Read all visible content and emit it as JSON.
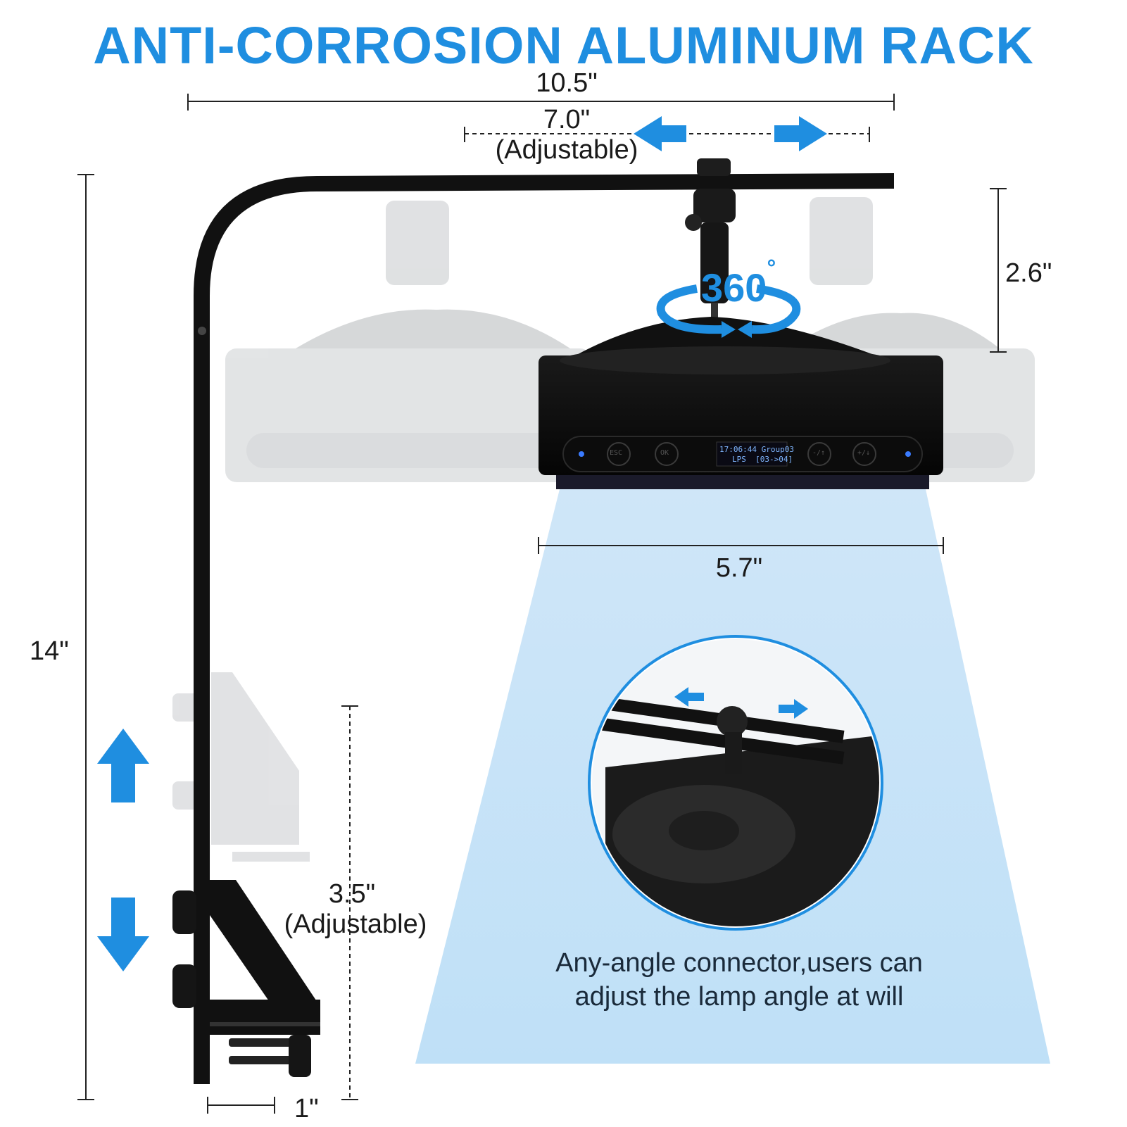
{
  "title": "ANTI-CORROSION ALUMINUM RACK",
  "colors": {
    "accent": "#1f8ee0",
    "beam": "#cfe6f8",
    "metal": "#111111"
  },
  "dimensions": {
    "top_width": "10.5\"",
    "slide_range": "7.0\"",
    "slide_note": "(Adjustable)",
    "mount_height": "2.6\"",
    "lamp_width": "5.7\"",
    "total_height": "14\"",
    "clamp_range": "3.5\"",
    "clamp_note": "(Adjustable)",
    "clamp_gap": "1\""
  },
  "rotation": {
    "value": "360",
    "unit": "°"
  },
  "display": {
    "line1": "17:06:44 Group03",
    "line2": "LPS  [03->04]"
  },
  "buttons": {
    "esc": "ESC",
    "ok": "OK",
    "up": "-/↑",
    "down": "+/↓"
  },
  "caption": {
    "line1": "Any-angle connector,users can",
    "line2": "adjust the lamp angle at will"
  }
}
